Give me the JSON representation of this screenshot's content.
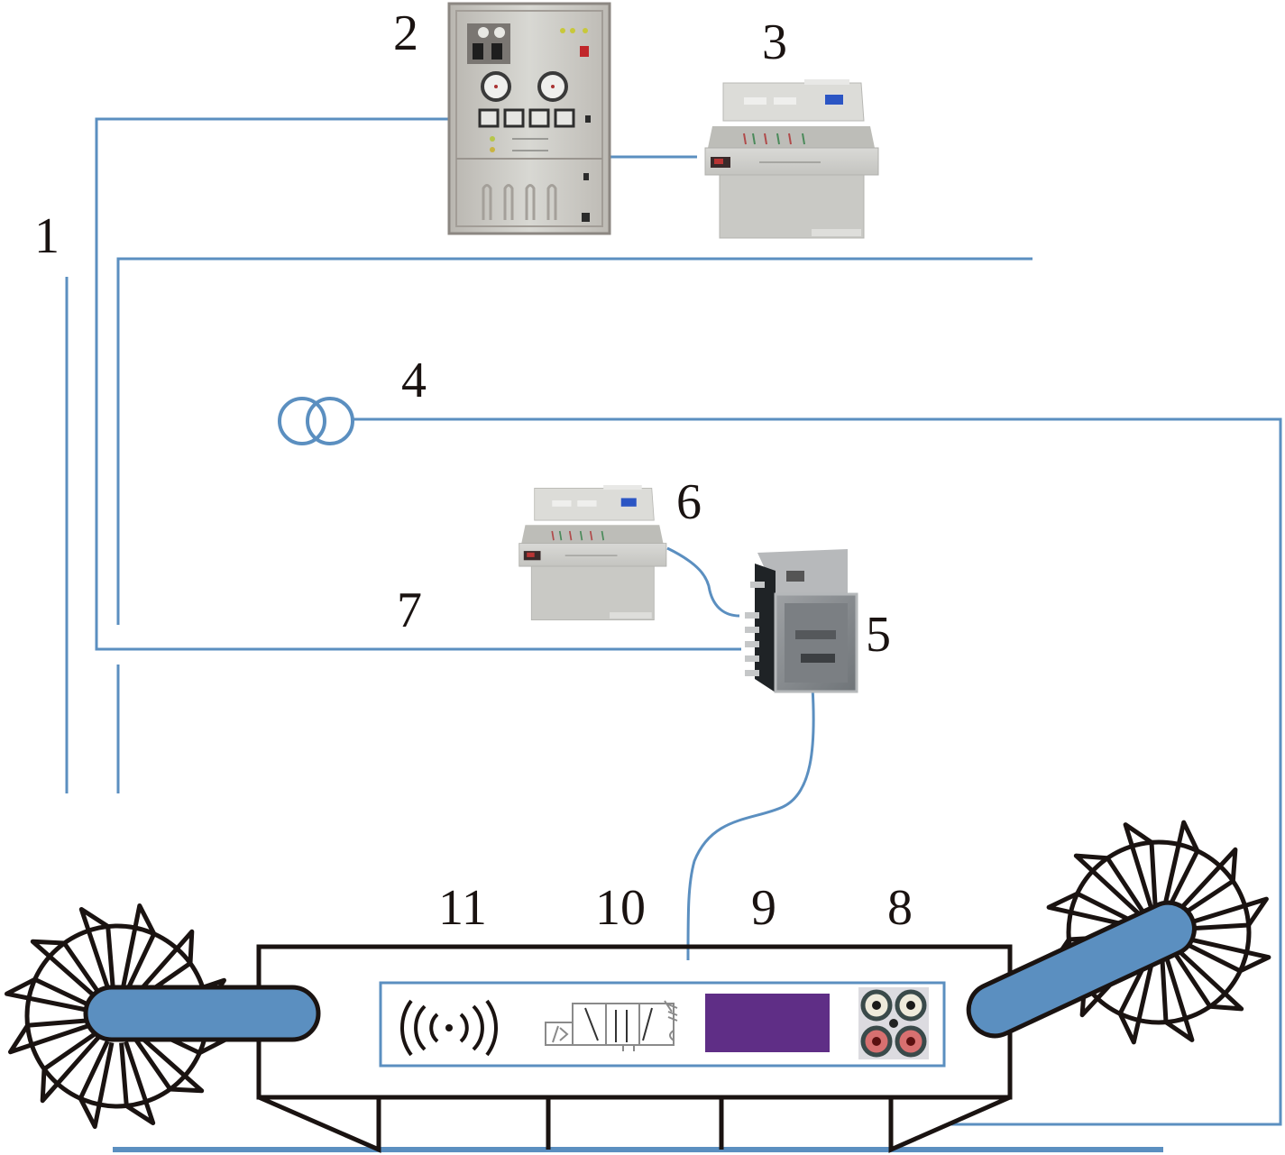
{
  "diagram": {
    "type": "system-schematic",
    "colors": {
      "wire": "#5b8fc0",
      "arm_fill": "#5b8fc0",
      "ink": "#1a1311",
      "display_panel": "#5f2e86",
      "cabinet_gray": "#c9c9c4"
    },
    "labels": {
      "l1": "1",
      "l2": "2",
      "l3": "3",
      "l4": "4",
      "l5": "5",
      "l6": "6",
      "l7": "7",
      "l8": "8",
      "l9": "9",
      "l10": "10",
      "l11": "11"
    },
    "components": [
      {
        "id": "1",
        "name": "cable-lines",
        "icon": "parallel-lines"
      },
      {
        "id": "2",
        "name": "power-distribution-cabinet",
        "icon": "cabinet-with-gauges"
      },
      {
        "id": "3",
        "name": "control-console",
        "icon": "console-desk"
      },
      {
        "id": "4",
        "name": "transformer",
        "icon": "double-circle-transformer-icon"
      },
      {
        "id": "5",
        "name": "explosion-proof-junction-box",
        "icon": "junction-box"
      },
      {
        "id": "6",
        "name": "operator-console",
        "icon": "console-desk"
      },
      {
        "id": "7",
        "name": "communication-cable",
        "icon": "line"
      },
      {
        "id": "8",
        "name": "signal-connector-panel",
        "icon": "rca-jacks-icon"
      },
      {
        "id": "9",
        "name": "display-screen",
        "icon": "purple-display"
      },
      {
        "id": "10",
        "name": "solenoid-valve",
        "icon": "solenoid-valve-symbol-icon"
      },
      {
        "id": "11",
        "name": "wireless-module",
        "icon": "wireless-signal-icon"
      }
    ],
    "machine": {
      "name": "shearer",
      "left_drum": "cutting-drum",
      "right_drum": "cutting-drum"
    }
  }
}
